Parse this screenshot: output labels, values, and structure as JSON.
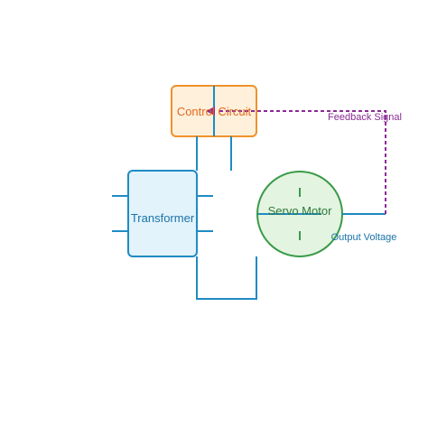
{
  "diagram": {
    "nodes": {
      "control_circuit": {
        "label": "Control Circuit"
      },
      "transformer": {
        "label": "Transformer"
      },
      "servo_motor": {
        "label": "Servo Motor"
      }
    },
    "annotations": {
      "feedback": "Feedback Signal",
      "output": "Output Voltage"
    }
  },
  "colors": {
    "control_fill": "#fff0dc",
    "control_stroke": "#f0922a",
    "control_text": "#e2691b",
    "transformer_fill": "#e2f3fb",
    "transformer_stroke": "#1f8bc4",
    "transformer_text": "#1a73a8",
    "servo_fill": "#e3f4e0",
    "servo_stroke": "#3a9a48",
    "servo_text": "#2f7a3a",
    "wire": "#1f8bc4",
    "feedback": "#8b2a95",
    "output_text": "#1a73a8"
  }
}
